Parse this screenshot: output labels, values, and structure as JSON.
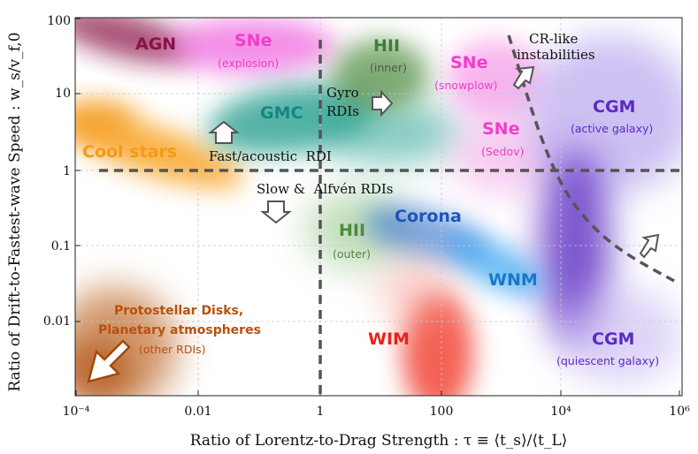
{
  "axes": {
    "x_label": "Ratio of Lorentz-to-Drag Strength : τ ≡ ⟨t_s⟩/⟨t_L⟩",
    "y_label": "Ratio of Drift-to-Fastest-wave Speed : w_s/v_f,0",
    "x_scale": "log",
    "y_scale": "log",
    "x_ticks": [
      "10⁻⁴",
      "0.01",
      "1",
      "100",
      "10⁴",
      "10⁶"
    ],
    "y_ticks": [
      "100",
      "10",
      "1",
      "0.1",
      "0.01"
    ]
  },
  "regions": [
    {
      "name": "AGN",
      "sub": "",
      "color": "#8b1248"
    },
    {
      "name": "SNe",
      "sub": "(explosion)",
      "color": "#ee3fc9"
    },
    {
      "name": "HII",
      "sub": "(inner)",
      "color": "#3f7d3a"
    },
    {
      "name": "SNe",
      "sub": "(snowplow)",
      "color": "#ee3fc9"
    },
    {
      "name": "GMC",
      "sub": "",
      "color": "#178680"
    },
    {
      "name": "SNe",
      "sub": "(Sedov)",
      "color": "#ee3fc9"
    },
    {
      "name": "CGM",
      "sub": "(active galaxy)",
      "color": "#5a2bc2"
    },
    {
      "name": "Cool stars",
      "sub": "",
      "color": "#f59a1a"
    },
    {
      "name": "Corona",
      "sub": "",
      "color": "#1d55b8"
    },
    {
      "name": "HII",
      "sub": "(outer)",
      "color": "#4d8a3d"
    },
    {
      "name": "WNM",
      "sub": "",
      "color": "#1a77c9"
    },
    {
      "name": "Protostellar Disks,",
      "sub": "Planetary atmospheres",
      "sub2": "(other RDIs)",
      "color": "#b8510c"
    },
    {
      "name": "WIM",
      "sub": "",
      "color": "#e8231b"
    },
    {
      "name": "CGM",
      "sub": "(quiescent galaxy)",
      "color": "#5a2bc2"
    }
  ],
  "annotations": {
    "gyro": [
      "Gyro",
      "RDIs"
    ],
    "fast": "Fast/acoustic  RDI",
    "slow": "Slow &  Alfvén RDIs",
    "cr": [
      "CR-like",
      "instabilities"
    ]
  }
}
